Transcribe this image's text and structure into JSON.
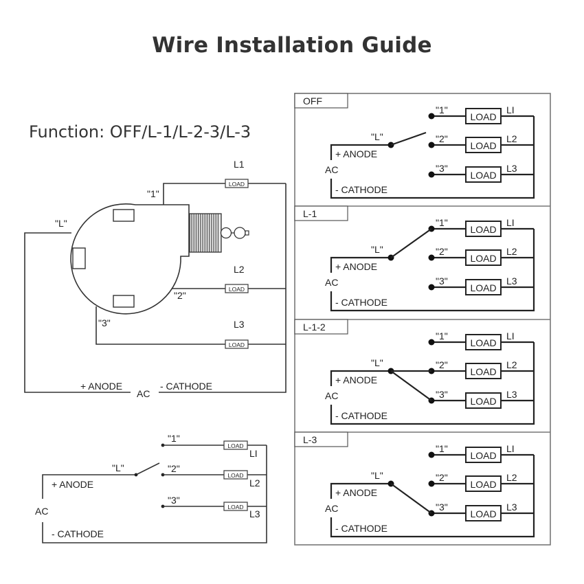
{
  "title": "Wire Installation Guide",
  "subtitle": "Function: OFF/L-1/L-2-3/L-3",
  "switch_illustration": {
    "terminal_labels": {
      "L": "\"L\"",
      "t1": "\"1\"",
      "t2": "\"2\"",
      "t3": "\"3\""
    },
    "line_labels": {
      "l1": "L1",
      "l2": "L2",
      "l3": "L3"
    },
    "load_label": "LOAD",
    "supply": {
      "anode": "+ ANODE",
      "ac": "AC",
      "cathode": "- CATHODE"
    }
  },
  "basic_schematic": {
    "terminal_labels": {
      "L": "\"L\"",
      "t1": "\"1\"",
      "t2": "\"2\"",
      "t3": "\"3\""
    },
    "line_labels": {
      "l1": "LI",
      "l2": "L2",
      "l3": "L3"
    },
    "load_label": "LOAD",
    "supply": {
      "anode": "+ ANODE",
      "ac": "AC",
      "cathode": "- CATHODE"
    },
    "switch_position": "open"
  },
  "positions": [
    {
      "name": "OFF",
      "connected_to": []
    },
    {
      "name": "L-1",
      "connected_to": [
        "1"
      ]
    },
    {
      "name": "L-1-2",
      "connected_to": [
        "2",
        "3"
      ]
    },
    {
      "name": "L-3",
      "connected_to": [
        "3"
      ]
    }
  ],
  "panel_labels": {
    "L": "\"L\"",
    "t1": "\"1\"",
    "t2": "\"2\"",
    "t3": "\"3\"",
    "l1": "LI",
    "l2": "L2",
    "l3": "L3",
    "load": "LOAD",
    "anode": "+ ANODE",
    "ac": "AC",
    "cathode": "- CATHODE"
  }
}
